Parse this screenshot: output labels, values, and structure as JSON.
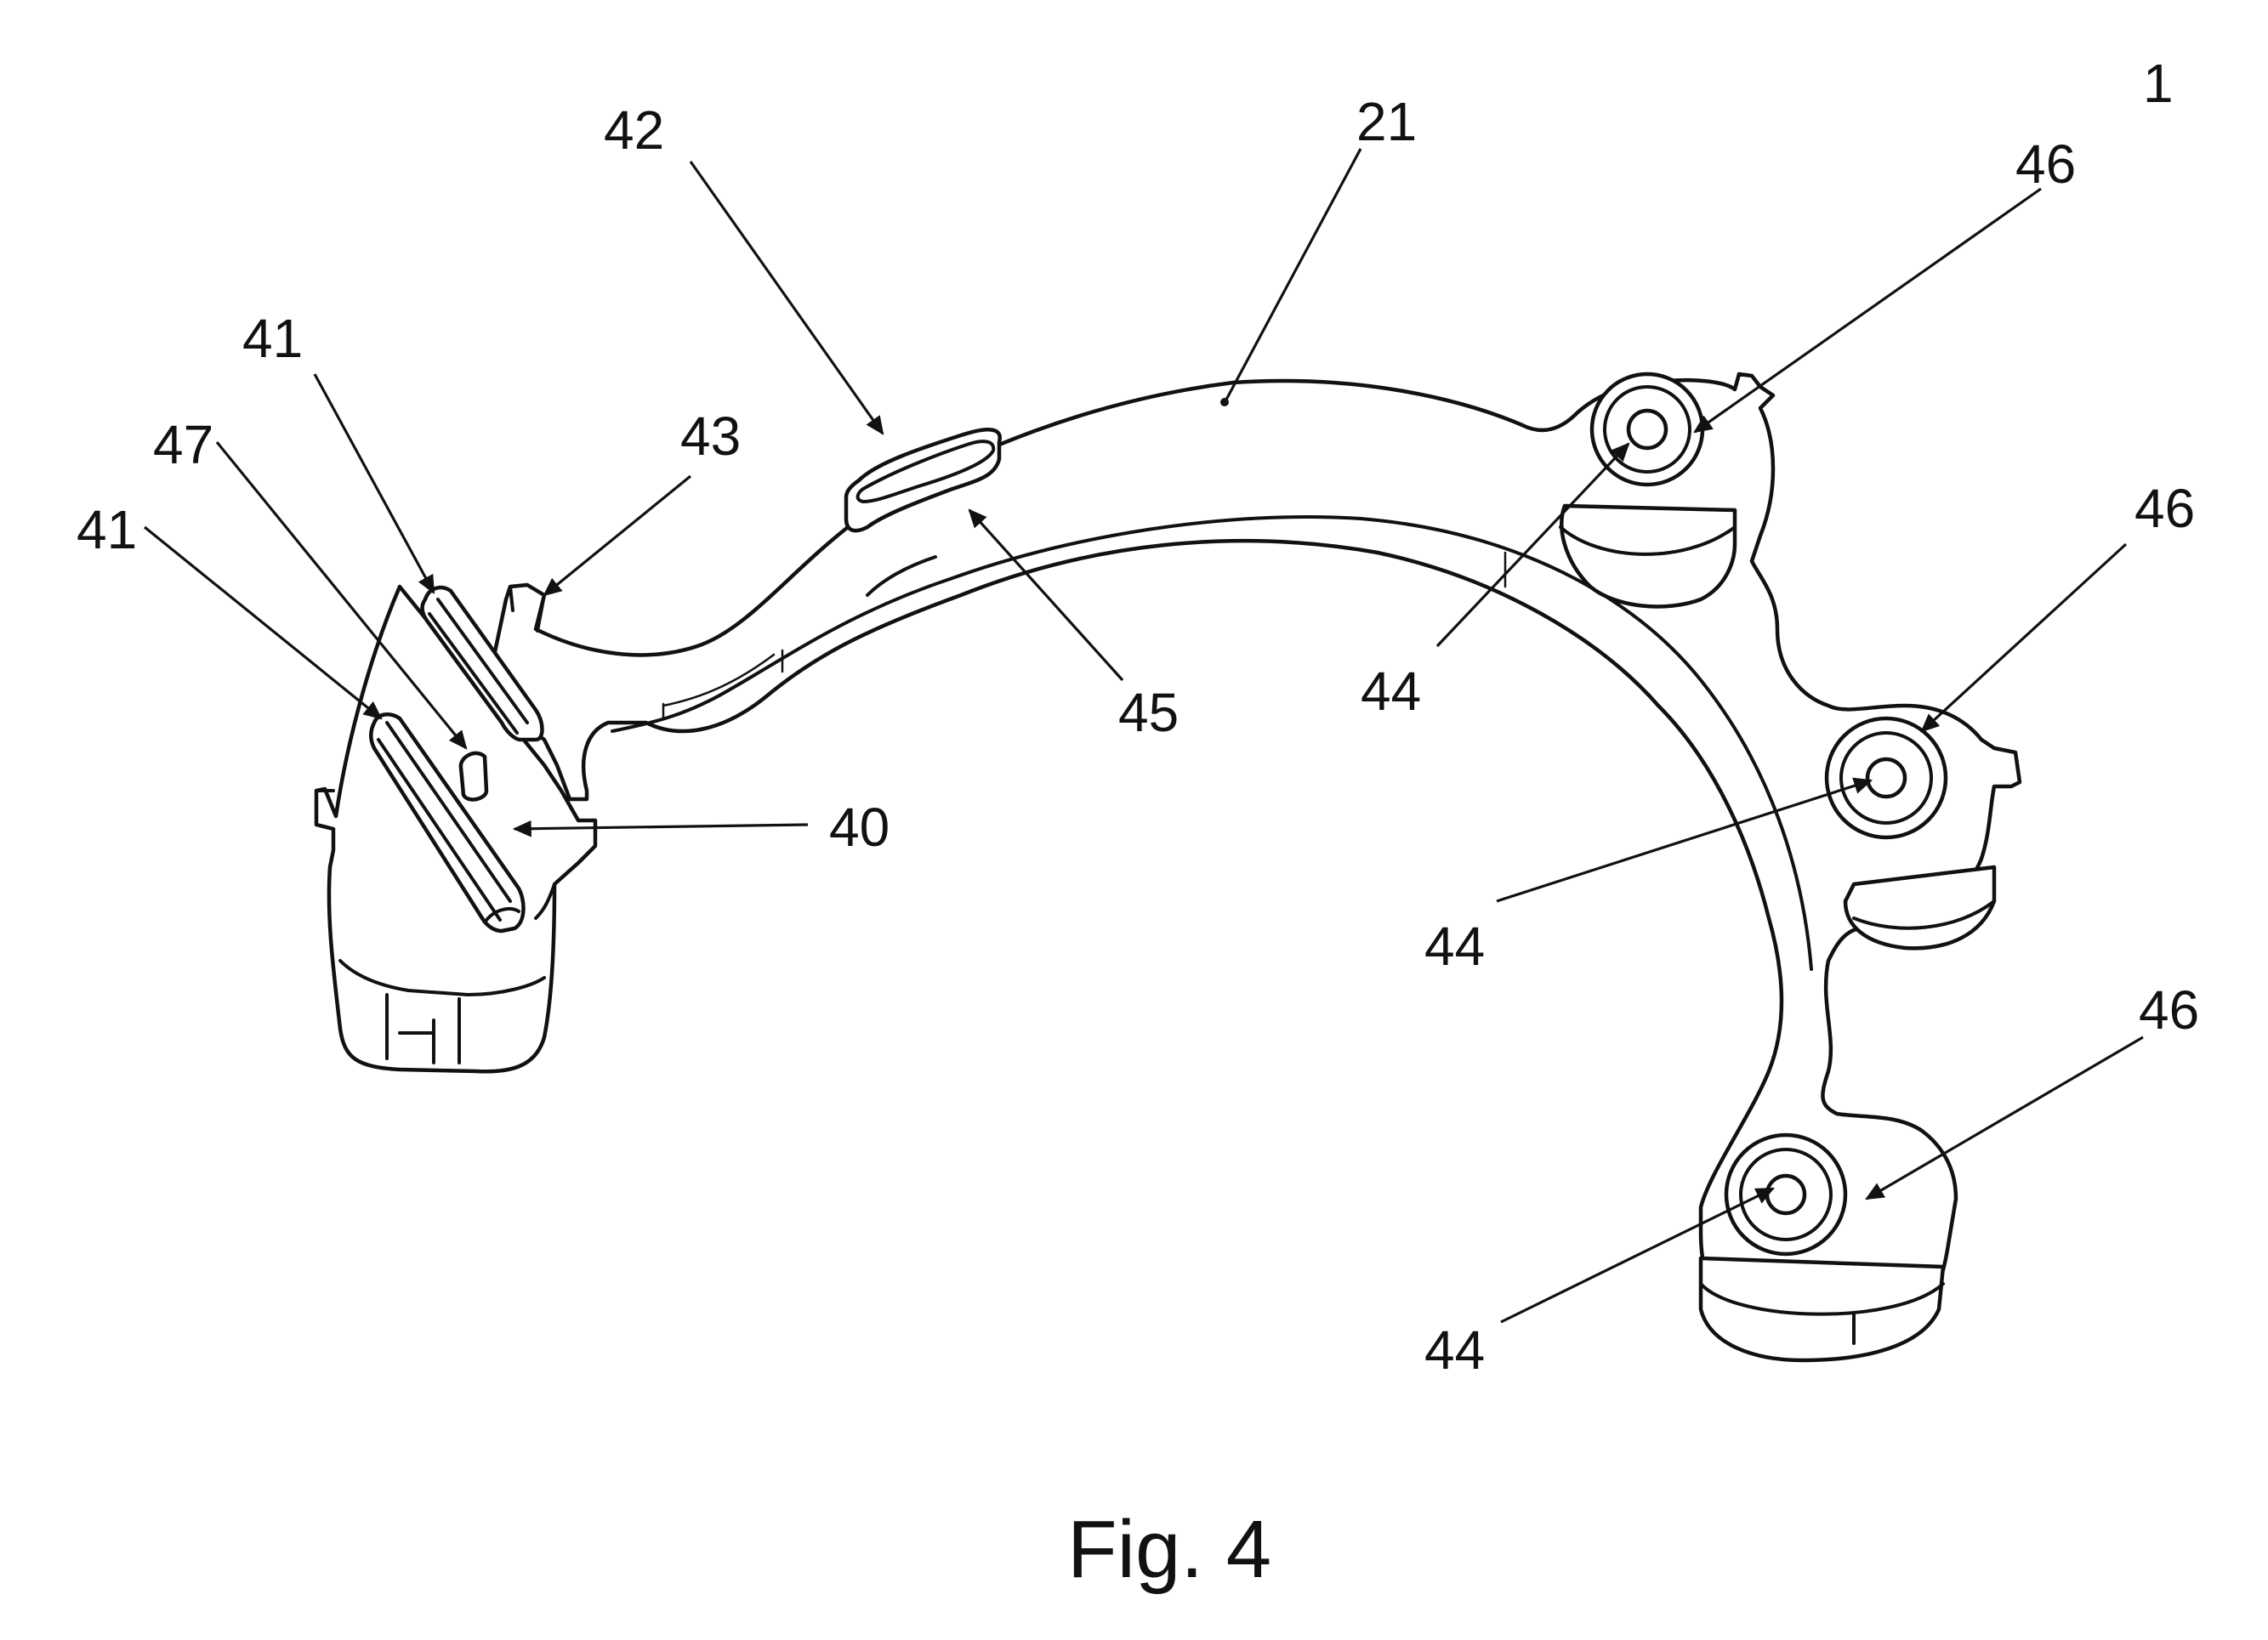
{
  "figure": {
    "caption": "Fig. 4",
    "reference_numerals": {
      "ref_1": "1",
      "ref_21": "21",
      "ref_40": "40",
      "ref_41_upper": "41",
      "ref_41_lower": "41",
      "ref_42": "42",
      "ref_43": "43",
      "ref_44_top": "44",
      "ref_44_middle": "44",
      "ref_44_bottom": "44",
      "ref_45": "45",
      "ref_46_top": "46",
      "ref_46_middle": "46",
      "ref_46_bottom": "46",
      "ref_47": "47"
    }
  }
}
